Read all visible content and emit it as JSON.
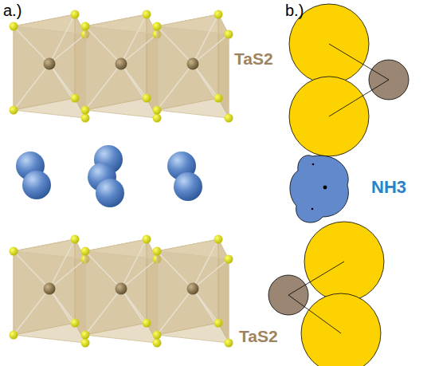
{
  "diagram": {
    "labels": [
      "a.)",
      "b.)",
      "TaS2",
      "NH3",
      "TaS2"
    ]
  }
}
